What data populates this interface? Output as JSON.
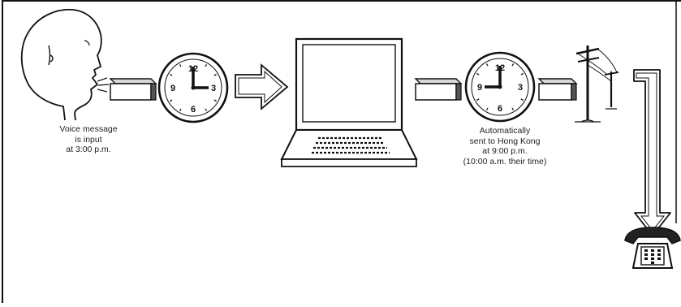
{
  "caption_input": {
    "line1": "Voice message",
    "line2": "is input",
    "line3": "at 3:00 p.m."
  },
  "caption_sent": {
    "line1": "Automatically",
    "line2": "sent to Hong Kong",
    "line3": "at 9:00 p.m.",
    "line4": "(10:00 a.m. their time)"
  },
  "clock_1": {
    "n12": "12",
    "n3": "3",
    "n6": "6",
    "n9": "9",
    "time": "3:00"
  },
  "clock_2": {
    "n12": "12",
    "n3": "3",
    "n6": "6",
    "n9": "9",
    "time": "9:00"
  }
}
